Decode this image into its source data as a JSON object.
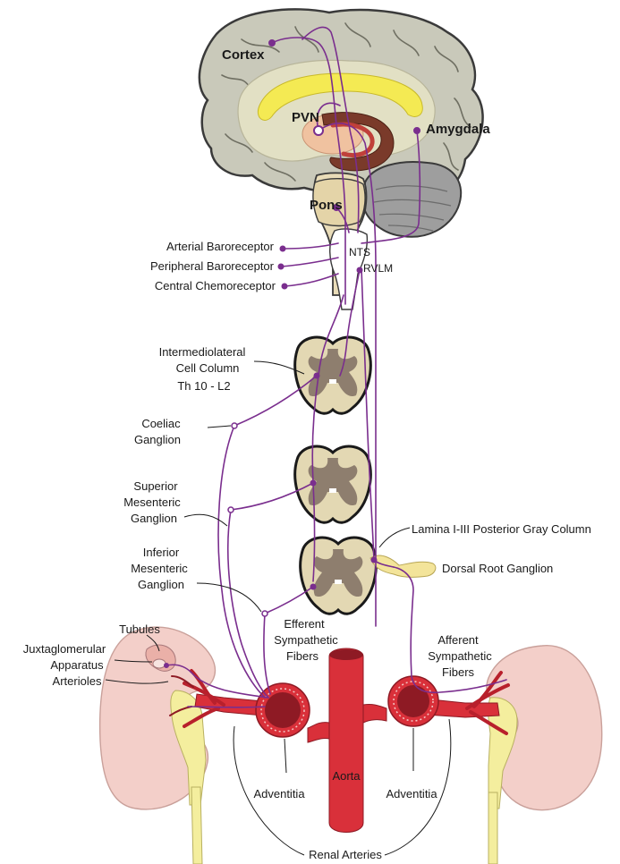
{
  "labels": {
    "cortex": "Cortex",
    "pvn": "PVN",
    "amygdala": "Amygdala",
    "pons": "Pons",
    "nts": "NTS",
    "rvlm": "RVLM",
    "arterial_baroreceptor": "Arterial Baroreceptor",
    "peripheral_baroreceptor": "Peripheral Baroreceptor",
    "central_chemoreceptor": "Central Chemoreceptor",
    "iml_line1": "Intermediolateral",
    "iml_line2": "Cell Column",
    "iml_line3": "Th 10 - L2",
    "coeliac_line1": "Coeliac",
    "coeliac_line2": "Ganglion",
    "sup_mes_line1": "Superior",
    "sup_mes_line2": "Mesenteric",
    "sup_mes_line3": "Ganglion",
    "inf_mes_line1": "Inferior",
    "inf_mes_line2": "Mesenteric",
    "inf_mes_line3": "Ganglion",
    "lamina": "Lamina I-III Posterior Gray Column",
    "drg": "Dorsal Root Ganglion",
    "efferent_line1": "Efferent",
    "efferent_line2": "Sympathetic",
    "efferent_line3": "Fibers",
    "afferent_line1": "Afferent",
    "afferent_line2": "Sympathetic",
    "afferent_line3": "Fibers",
    "tubules": "Tubules",
    "juxta_line1": "Juxtaglomerular",
    "juxta_line2": "Apparatus",
    "arterioles": "Arterioles",
    "aorta": "Aorta",
    "adventitia_left": "Adventitia",
    "adventitia_right": "Adventitia",
    "renal_arteries": "Renal Arteries"
  },
  "colors": {
    "nerve": "#7a2e8e",
    "artery": "#d9303a",
    "artery_dark": "#8e1a24",
    "kidney": "#f3cfc9",
    "kidney_outline": "#c9a09a",
    "brain": "#c9c9ba",
    "brain_inner": "#e2e0c4",
    "cerebellum": "#9e9e9e",
    "spinal_white": "#e3d8b3",
    "spinal_gray": "#8e7e6e",
    "ganglion_yellow": "#f3e49a",
    "pelvis_yellow": "#f4ee9e",
    "corpus_yellow": "#f4ea53"
  }
}
